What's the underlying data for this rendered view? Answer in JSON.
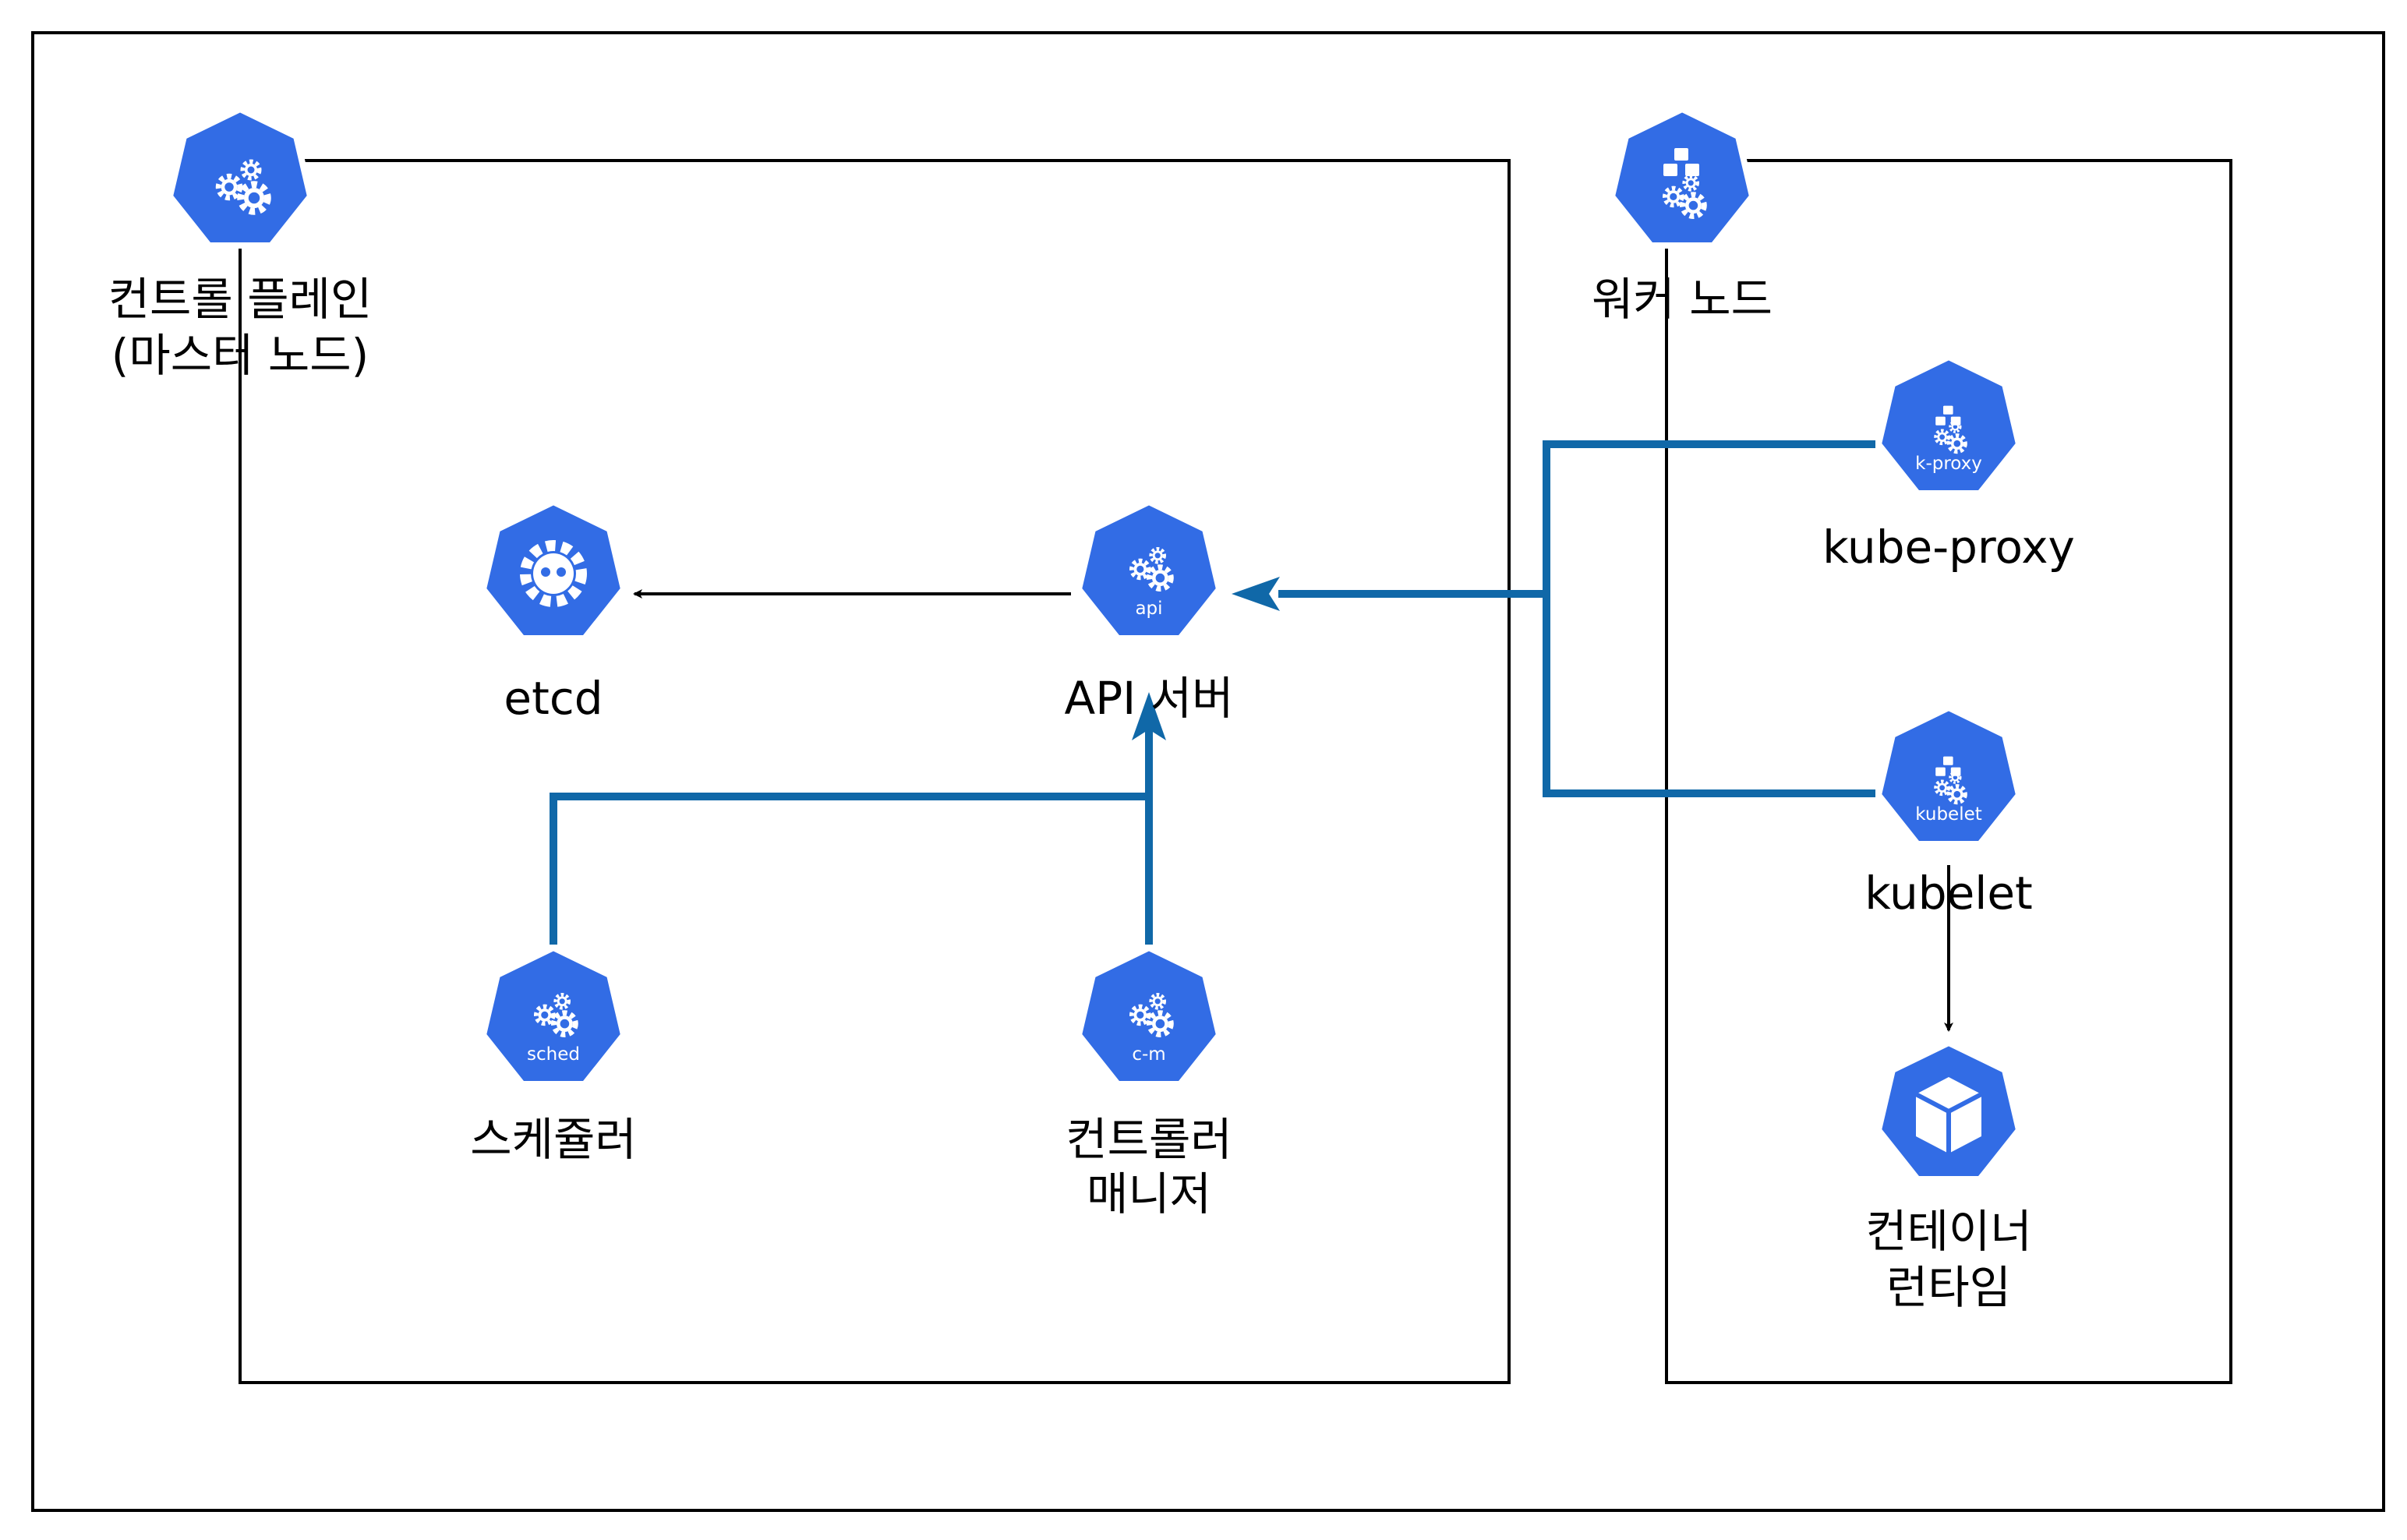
{
  "control_plane": {
    "title_line1": "컨트롤 플레인",
    "title_line2": "(마스터 노드)"
  },
  "worker_node": {
    "title": "워커 노드"
  },
  "components": {
    "etcd": {
      "label": "etcd",
      "icon": "etcd-icon"
    },
    "api_server": {
      "label": "API 서버",
      "badge": "api",
      "icon": "api-server-icon"
    },
    "scheduler": {
      "label": "스케쥴러",
      "badge": "sched",
      "icon": "scheduler-icon"
    },
    "controller_manager": {
      "label_line1": "컨트롤러",
      "label_line2": "매니저",
      "badge": "c-m",
      "icon": "controller-manager-icon"
    },
    "kube_proxy": {
      "label": "kube-proxy",
      "badge": "k-proxy",
      "icon": "kube-proxy-icon"
    },
    "kubelet": {
      "label": "kubelet",
      "badge": "kubelet",
      "icon": "kubelet-icon"
    },
    "container_runtime": {
      "label_line1": "컨테이너",
      "label_line2": "런타임",
      "icon": "container-runtime-icon"
    }
  },
  "colors": {
    "k8s_blue": "#326CE5",
    "connector_blue": "#1068A8",
    "border": "#000000"
  }
}
